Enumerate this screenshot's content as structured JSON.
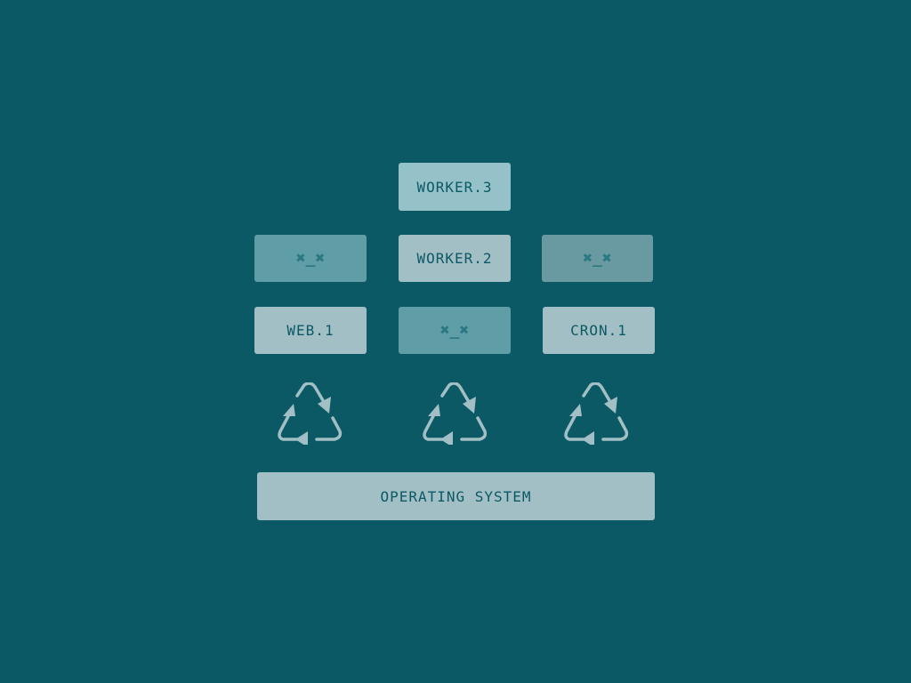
{
  "processes": {
    "worker3": "WORKER.3",
    "worker2": "WORKER.2",
    "web1": "WEB.1",
    "cron1": "CRON.1",
    "crashed_face": "✖_✖"
  },
  "base": {
    "label": "OPERATING SYSTEM"
  },
  "icons": [
    "recycle-icon",
    "recycle-icon",
    "recycle-icon"
  ],
  "colors": {
    "background": "#0c5966",
    "process_box": "#a2bfc5",
    "crashed_box": "#5f9ea6",
    "icon": "#a2bfc5"
  }
}
